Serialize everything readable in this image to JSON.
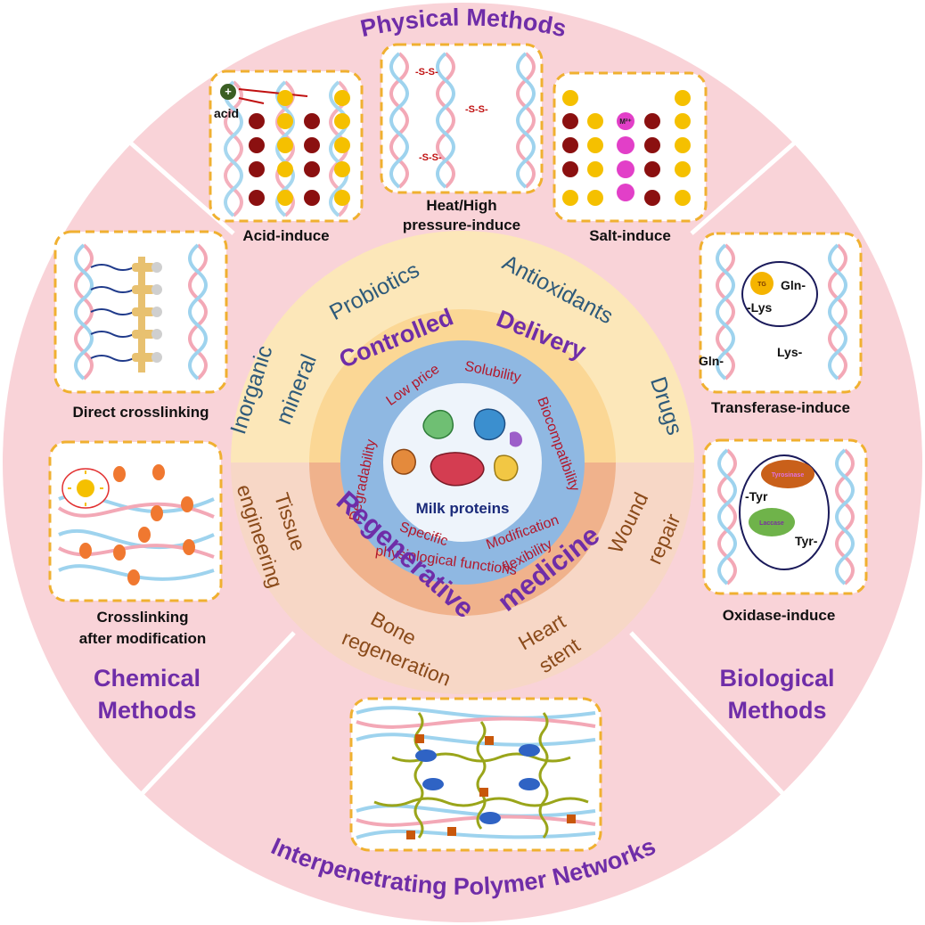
{
  "sections": {
    "physical": "Physical Methods",
    "chemical_1": "Chemical",
    "chemical_2": "Methods",
    "biological_1": "Biological",
    "biological_2": "Methods",
    "ipn": "Interpenetrating Polymer Networks"
  },
  "panels": {
    "acid": {
      "caption": "Acid-induce",
      "label": "acid"
    },
    "heat": {
      "caption_1": "Heat/High",
      "caption_2": "pressure-induce",
      "ss": "-S-S-"
    },
    "salt": {
      "caption": "Salt-induce",
      "ion": "M²⁺"
    },
    "direct": {
      "caption": "Direct crosslinking"
    },
    "modification": {
      "caption_1": "Crosslinking",
      "caption_2": "after modification"
    },
    "transferase": {
      "caption": "Transferase-induce",
      "enzyme": "TG",
      "gln": "Gln-",
      "lys_inner": "-Lys",
      "gln_outer": "Gln-",
      "lys_outer": "Lys-"
    },
    "oxidase": {
      "caption": "Oxidase-induce",
      "enzyme1": "Tyrosinase",
      "enzyme2": "Laccase",
      "tyr1": "-Tyr",
      "tyr2": "Tyr-"
    }
  },
  "delivery": {
    "title_1": "Controlled",
    "title_2": "Delivery",
    "items": [
      "Inorganic",
      "mineral",
      "Probiotics",
      "Antioxidants",
      "Drugs"
    ]
  },
  "regen": {
    "title_1": "Regenerative",
    "title_2": "medicine",
    "items": [
      "Tissue",
      "engineering",
      "Bone",
      "regeneration",
      "Heart",
      "stent",
      "Wound",
      "repair"
    ]
  },
  "properties": [
    "Degradability",
    "Low price",
    "Solubility",
    "Biocompatibility",
    "Specific",
    "physiological functions",
    "Modification",
    "flexibility"
  ],
  "center": "Milk proteins",
  "colors": {
    "outer_ring": "#f9d3d8",
    "upper_band": "#fce7b9",
    "upper_ring": "#fbd795",
    "lower_band": "#f7d7c6",
    "lower_ring": "#f0b28c",
    "blue_ring": "#8fb8e2",
    "title_purple": "#6f2da8",
    "dash_orange": "#f0b030"
  }
}
